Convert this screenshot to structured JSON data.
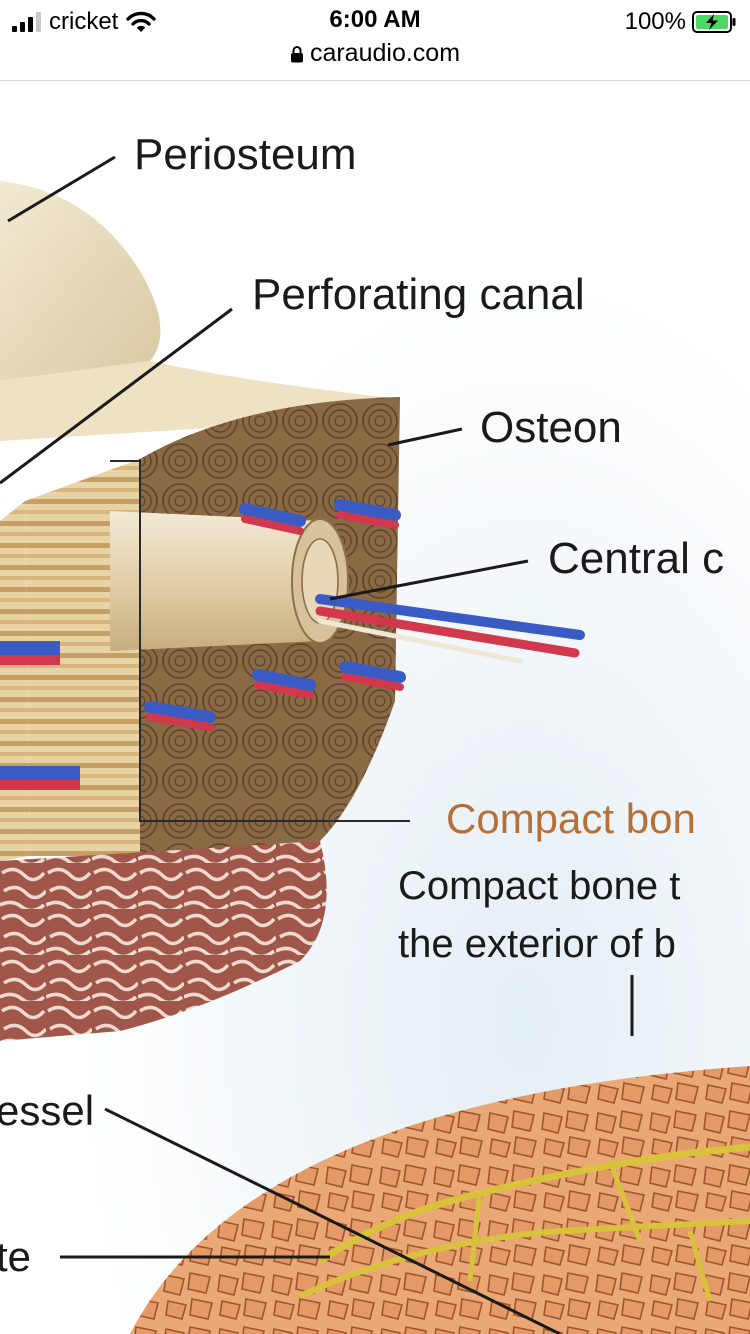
{
  "status_bar": {
    "carrier": "cricket",
    "time": "6:00 AM",
    "url": "caraudio.com",
    "battery_percent": "100%",
    "signal_icon": "cellular-signal-icon",
    "wifi_icon": "wifi-icon",
    "lock_icon": "lock-icon",
    "battery_icon": "battery-charging-icon"
  },
  "figure": {
    "labels": {
      "periosteum": "Periosteum",
      "perforating_canal": "Perforating canal",
      "osteon": "Osteon",
      "central_canal": "Central c",
      "compact_bone_heading": "Compact bon",
      "compact_desc_line1": "Compact bone t",
      "compact_desc_line2": "the exterior of b",
      "vessel": "essel",
      "te": "te"
    },
    "colors": {
      "label_text": "#1a1a1a",
      "heading_orange": "#b5703a",
      "bone_tan": "#eae0c4",
      "bone_brown": "#8c6a44",
      "spongy_red": "#9b4a3c",
      "marrow_orange": "#e8a470",
      "vessel_red": "#d2384b",
      "vessel_blue": "#3a5bc4"
    }
  }
}
